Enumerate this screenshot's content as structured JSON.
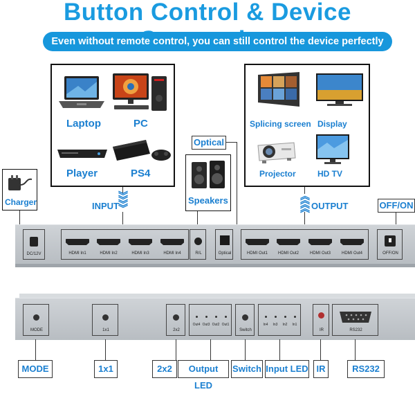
{
  "title": "Button Control & Device Connection",
  "banner": "Even without remote control, you can still control the device perfectly",
  "input_devices": [
    "Laptop",
    "PC",
    "Player",
    "PS4"
  ],
  "output_devices": [
    "Splicing screen",
    "Display",
    "Projector",
    "HD TV"
  ],
  "labels": {
    "input": "INPUT",
    "output": "OUTPUT",
    "charger": "Charger",
    "speakers": "Speakers",
    "optical": "Optical",
    "off_on": "OFF/ON"
  },
  "front_panel": {
    "dc": "DC/12V",
    "hdmi_in": [
      "HDMI In1",
      "HDMI In2",
      "HDMI In3",
      "HDMI In4"
    ],
    "rl": "R/L",
    "optical": "Optical",
    "hdmi_out": [
      "HDMI Out1",
      "HDMI Out2",
      "HDMI Out3",
      "HDMI Out4"
    ],
    "off_on": "OFF/ON"
  },
  "back_panel": {
    "mode": "MODE",
    "one_by_one": "1x1",
    "two_by_two": "2x2",
    "out_leds": [
      "Out4",
      "Out3",
      "Out2",
      "Out1"
    ],
    "switch": "Switch",
    "in_leds": [
      "In4",
      "In3",
      "In2",
      "In1"
    ],
    "ir": "IR",
    "rs232": "RS232"
  },
  "bottom_tags": [
    "MODE",
    "1x1",
    "2x2",
    "Output LED",
    "Switch",
    "Input LED",
    "IR",
    "RS232"
  ],
  "colors": {
    "accent": "#1a9be0",
    "banner": "#1797dc",
    "device": "#c4c9ce"
  }
}
